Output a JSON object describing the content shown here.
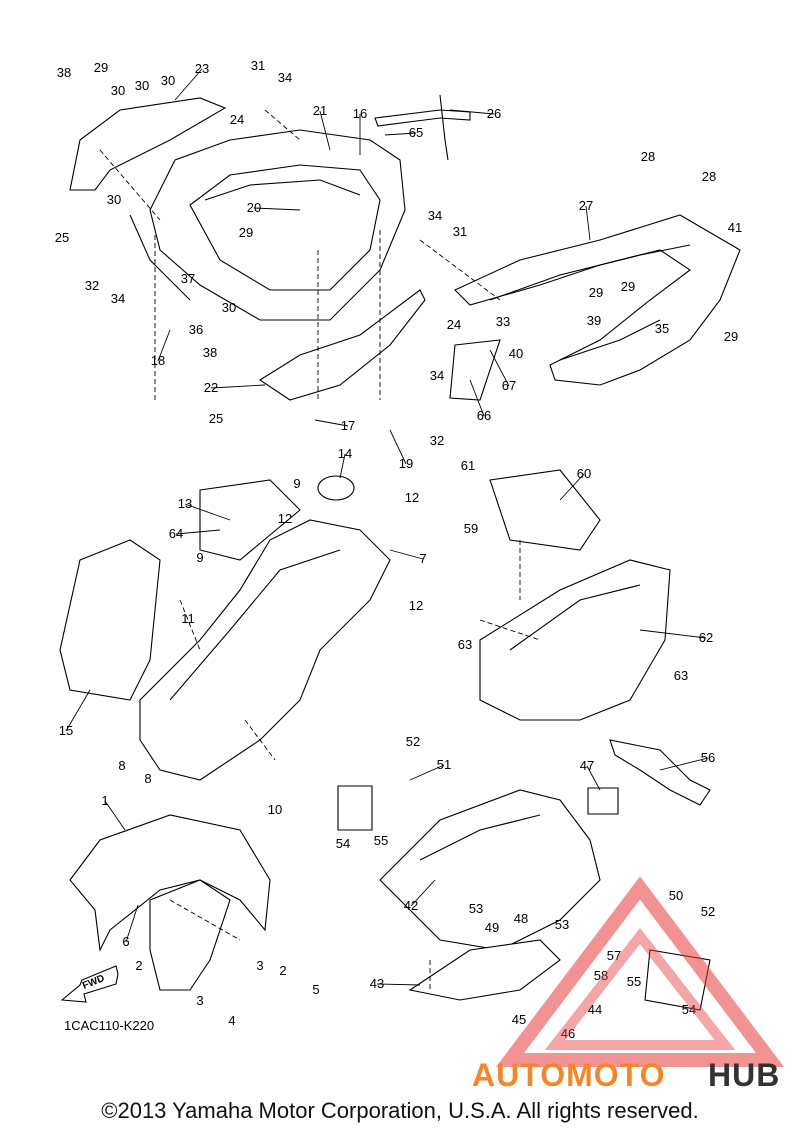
{
  "diagram": {
    "drawing_code": "1CAC110-K220",
    "fwd_label": "FWD",
    "callouts": [
      "1",
      "2",
      "3",
      "4",
      "5",
      "6",
      "7",
      "8",
      "9",
      "10",
      "11",
      "12",
      "13",
      "14",
      "15",
      "16",
      "17",
      "18",
      "19",
      "20",
      "21",
      "22",
      "23",
      "24",
      "25",
      "26",
      "27",
      "28",
      "29",
      "30",
      "31",
      "32",
      "33",
      "34",
      "35",
      "36",
      "37",
      "38",
      "39",
      "40",
      "41",
      "42",
      "43",
      "44",
      "45",
      "46",
      "47",
      "48",
      "49",
      "50",
      "51",
      "52",
      "53",
      "54",
      "55",
      "56",
      "57",
      "58",
      "59",
      "60",
      "61",
      "62",
      "63",
      "64",
      "65",
      "66",
      "67"
    ]
  },
  "watermark": {
    "part1": "AUTOMOTO",
    "part2": "HUB",
    "colors": {
      "accent": "#f4862a",
      "dark": "#333333",
      "triangle": "#e83a3a"
    }
  },
  "footer": {
    "copyright": "©2013 Yamaha Motor Corporation, U.S.A. All rights reserved."
  }
}
